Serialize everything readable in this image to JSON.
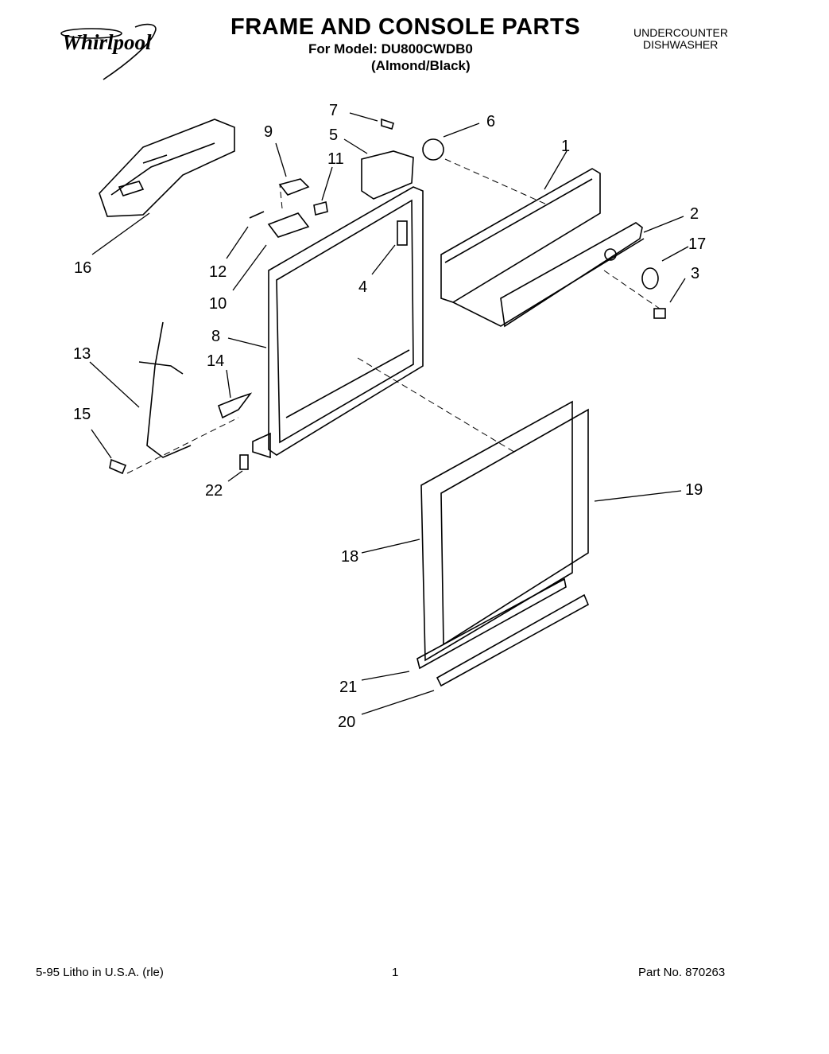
{
  "header": {
    "brand": "Whirlpool",
    "title": "FRAME AND CONSOLE PARTS",
    "model_line": "For Model: DU800CWDB0",
    "variant": "(Almond/Black)",
    "category_line1": "UNDERCOUNTER",
    "category_line2": "DISHWASHER"
  },
  "callouts": [
    "1",
    "2",
    "3",
    "4",
    "5",
    "6",
    "7",
    "8",
    "9",
    "10",
    "11",
    "12",
    "13",
    "14",
    "15",
    "16",
    "17",
    "18",
    "19",
    "20",
    "21",
    "22"
  ],
  "footer": {
    "left": "5-95  Litho in U.S.A. (rle)",
    "page": "1",
    "part_no": "Part No. 870263"
  }
}
